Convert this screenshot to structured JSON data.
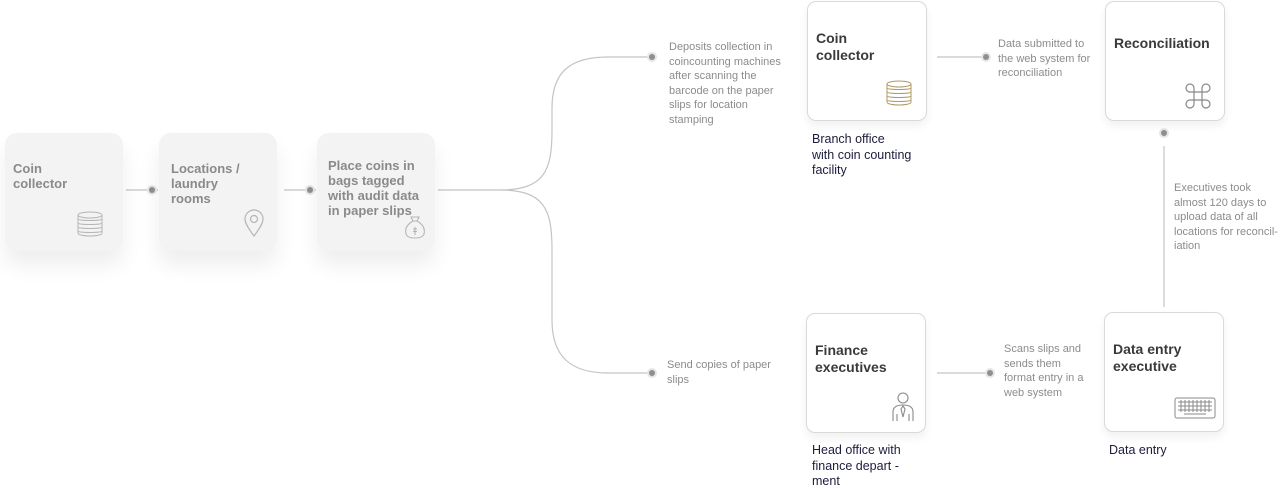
{
  "steps": [
    {
      "label": "Coin\ncollector",
      "icon": "coin-stack-icon"
    },
    {
      "label": "Locations /\nlaundry\nrooms",
      "icon": "location-pin-icon"
    },
    {
      "label": "Place coins in\nbags tagged\nwith audit data\nin paper slips",
      "icon": "money-bag-icon"
    }
  ],
  "upper_branch": {
    "note": "Deposits collection in\ncoincounting machines\nafter scanning the\nbarcode on the paper\nslips for location\nstamping",
    "coin_card": {
      "label": "Coin\ncollector",
      "icon": "coin-stack-icon",
      "caption": "Branch office\nwith coin counting\nfacility"
    },
    "submit_note": "Data submitted to\nthe web system for\nreconciliation",
    "reconciliation_card": {
      "label": "Reconciliation",
      "icon": "command-icon"
    }
  },
  "lower_branch": {
    "note": "Send copies of paper\nslips",
    "finance_card": {
      "label": "Finance\nexecutives",
      "icon": "businessman-icon",
      "caption": "Head office with\nfinance depart -\nment"
    },
    "scan_note": "Scans slips and\nsends them\nformat entry in a\nweb system",
    "data_entry_card": {
      "label": "Data entry\nexecutive",
      "icon": "keyboard-icon",
      "caption": "Data entry"
    }
  },
  "delay_note": "Executives took\nalmost 120 days to\nupload data of all\nlocations for reconcil-\niation",
  "colors": {
    "connector": "#c4c4c4",
    "dot": "#8f8f8f",
    "caption": "#1c1c3c",
    "note": "#8c8c8c"
  }
}
